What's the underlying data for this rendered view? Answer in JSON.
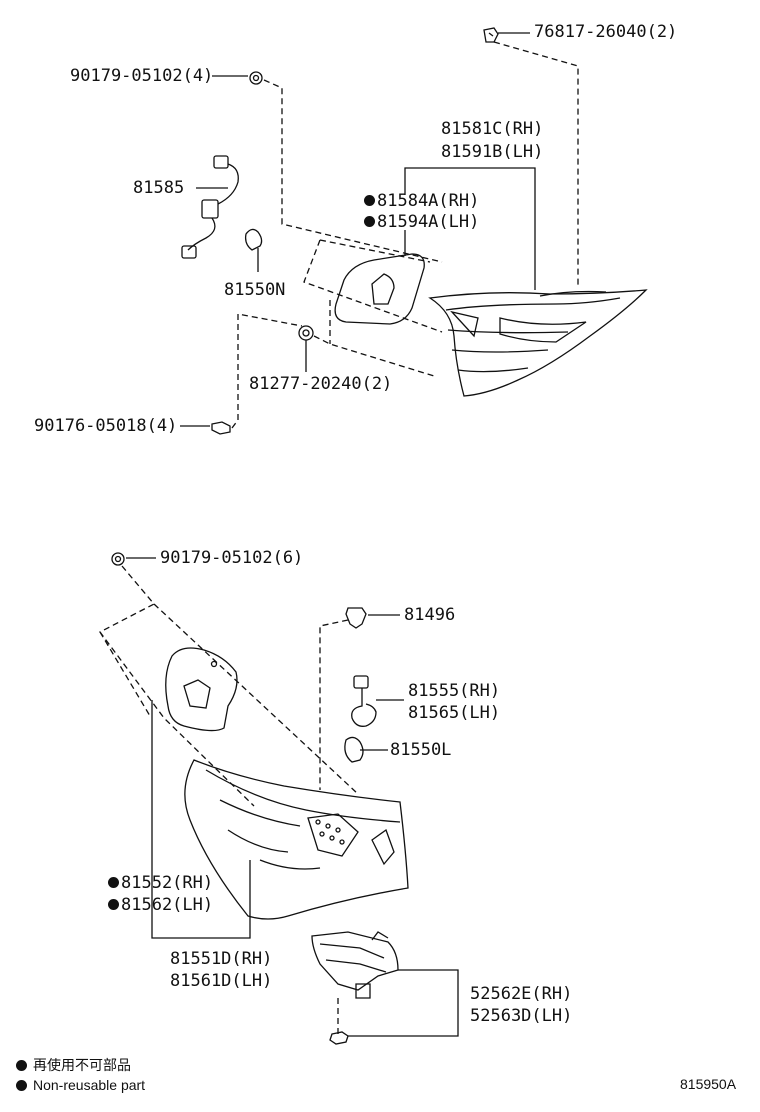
{
  "top_group": {
    "clip_top": "76817-26040(2)",
    "nut_upper": "90179-05102(4)",
    "lens_rh": "81581C(RH)",
    "lens_lh": "81591B(LH)",
    "gasket_rh": "81584A(RH)",
    "gasket_lh": "81594A(LH)",
    "wire": "81585",
    "bulb": "81550N",
    "cushion": "81277-20240(2)",
    "bolt": "90176-05018(4)"
  },
  "bottom_group": {
    "nut": "90179-05102(6)",
    "clip": "81496",
    "socket_rh": "81555(RH)",
    "socket_lh": "81565(LH)",
    "bulb": "81550L",
    "gasket_rh": "81552(RH)",
    "gasket_lh": "81562(LH)",
    "lamp_rh": "81551D(RH)",
    "lamp_lh": "81561D(LH)",
    "bracket_rh": "52562E(RH)",
    "bracket_lh": "52563D(LH)"
  },
  "legend": {
    "jp": "再使用不可部品",
    "en": "Non-reusable part"
  },
  "figure_code": "815950A"
}
